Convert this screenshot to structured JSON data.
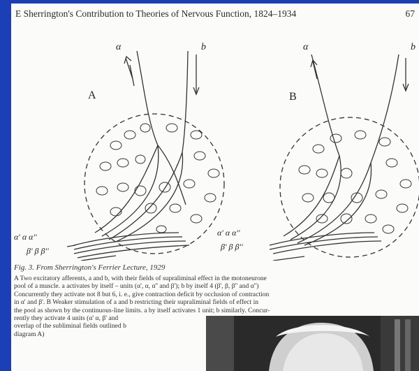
{
  "header": {
    "title": "E Sherrington's Contribution to Theories of Nervous Function, 1824–1934",
    "page_number": "67"
  },
  "figure": {
    "panel_a_label": "A",
    "panel_b_label": "B",
    "panel_a_top_left": "α",
    "panel_a_top_right": "b",
    "panel_b_top_left": "α",
    "panel_b_top_right": "b",
    "panel_a_bottom_row1": "α' α α''",
    "panel_a_bottom_row2": "β' β β''",
    "panel_b_bottom_row1": "α' α α''",
    "panel_b_bottom_row2": "β' β β''"
  },
  "caption": {
    "title": "Fig. 3.  From Sherrington's Ferrier Lecture, 1929",
    "lines": [
      "A Two excitatory afferents, a and b, with their fields of supraliminal effect in the motoneurone",
      "pool of a muscle. a activates by itself – units (α', α, α'' and β'); b by itself 4 (β', β, β'' and α'')",
      "Concurrently they activate not 8 but 6, i. e., give contraction deficit by occlusion of contraction",
      "in α' and β'. B Weaker stimulation of a and b restricting their supraliminal fields of effect in",
      "the pool as shown by the continuous-line limits. a by itself activates 1 unit; b similarly. Concur-",
      "rently they activate 4 units (α' α, β' and",
      "overlap of the subliminal fields outlined b",
      "diagram A)"
    ]
  },
  "photo": {
    "description_icon": "portrait-photo"
  }
}
